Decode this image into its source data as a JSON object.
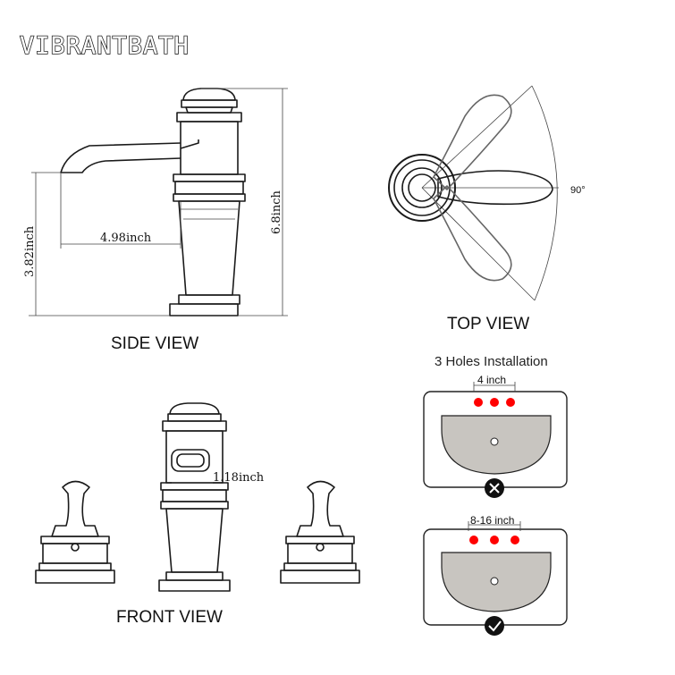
{
  "brand": "VIBRANTBATH",
  "side_view": {
    "title": "SIDE VIEW",
    "spout_reach": "4.98inch",
    "spout_height": "3.82inch",
    "total_height": "6.8inch"
  },
  "top_view": {
    "title": "TOP VIEW",
    "rotation_angle": "90°"
  },
  "front_view": {
    "title": "FRONT VIEW",
    "outlet_width": "1.18inch"
  },
  "installation": {
    "title": "3 Holes Installation",
    "wrong_spacing": "4 inch",
    "right_spacing": "8-16 inch"
  },
  "colors": {
    "hole": "#ff0000",
    "basin": "#c8c5c0"
  }
}
